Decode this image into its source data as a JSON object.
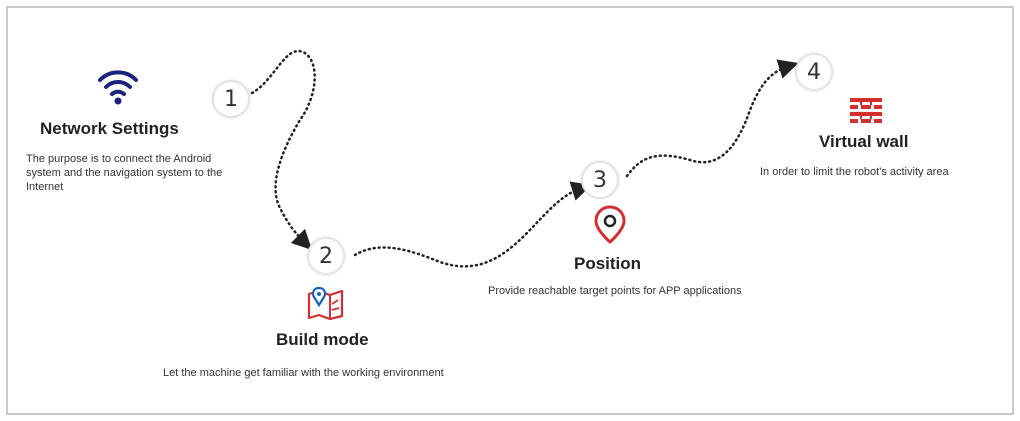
{
  "steps": [
    {
      "number": "1",
      "title": "Network Settings",
      "description": "The purpose is to connect the Android system and the navigation system to the Internet",
      "icon": "wifi-icon",
      "icon_color": "#1a237e"
    },
    {
      "number": "2",
      "title": "Build mode",
      "description": "Let the machine get familiar with the working environment",
      "icon": "map-pin-icon",
      "icon_color": "#d32f2f"
    },
    {
      "number": "3",
      "title": "Position",
      "description": "Provide reachable target points for APP applications",
      "icon": "location-pin-icon",
      "icon_color": "#d32f2f"
    },
    {
      "number": "4",
      "title": "Virtual wall",
      "description": "In order to limit the robot's activity area",
      "icon": "brick-wall-icon",
      "icon_color": "#d32f2f"
    }
  ]
}
